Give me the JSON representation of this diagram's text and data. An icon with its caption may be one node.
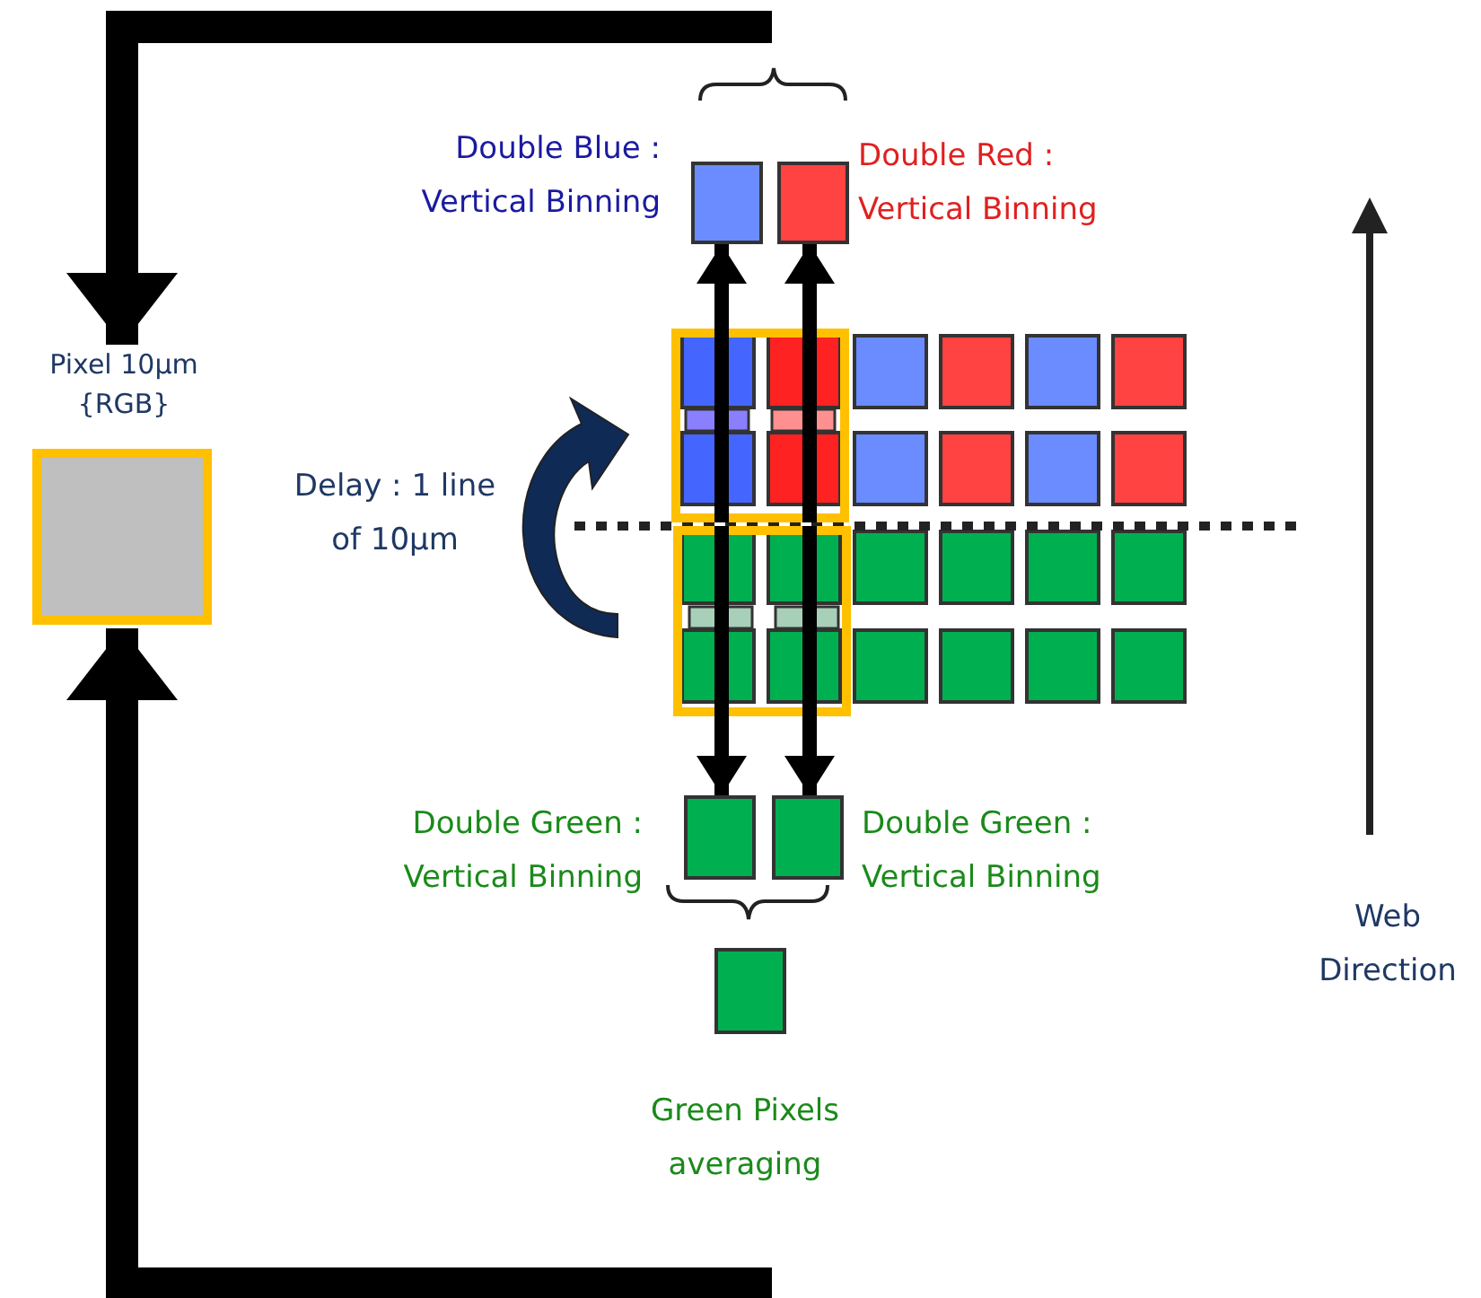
{
  "diagram": {
    "nodes": [
      {
        "text": [
          "Pixel 10µm {RGB}"
        ]
      },
      {
        "text": [],
        "shape": "box",
        "beside": [
          "Double Blue : Vertical Binning"
        ]
      },
      {
        "text": [],
        "shape": "box",
        "beside": [
          "Double Red : Vertical Binning"
        ]
      },
      {
        "text": [],
        "shape": "box"
      },
      {
        "text": [],
        "shape": "box"
      },
      {
        "text": [],
        "shape": "box",
        "beside": [
          "Double Green : Vertical Binning"
        ]
      },
      {
        "text": [],
        "shape": "box",
        "beside": [
          "Double Green : Vertical Binning"
        ]
      },
      {
        "text": [],
        "shape": "box",
        "beside": [
          "Green Pixels averaging"
        ]
      }
    ],
    "edges": [
      {
        "from": null,
        "to": 0,
        "arrow": "to",
        "style": "thick"
      },
      {
        "from": null,
        "to": 0,
        "arrow": "to",
        "style": "thick"
      },
      {
        "from": 3,
        "to": 1,
        "arrow": "to"
      },
      {
        "from": 3,
        "to": 2,
        "arrow": "to"
      },
      {
        "from": 4,
        "to": 5,
        "arrow": "to"
      },
      {
        "from": 4,
        "to": 6,
        "arrow": "to"
      }
    ],
    "labels": [
      "Delay : 1 line of 10μm",
      "Web Direction"
    ]
  }
}
